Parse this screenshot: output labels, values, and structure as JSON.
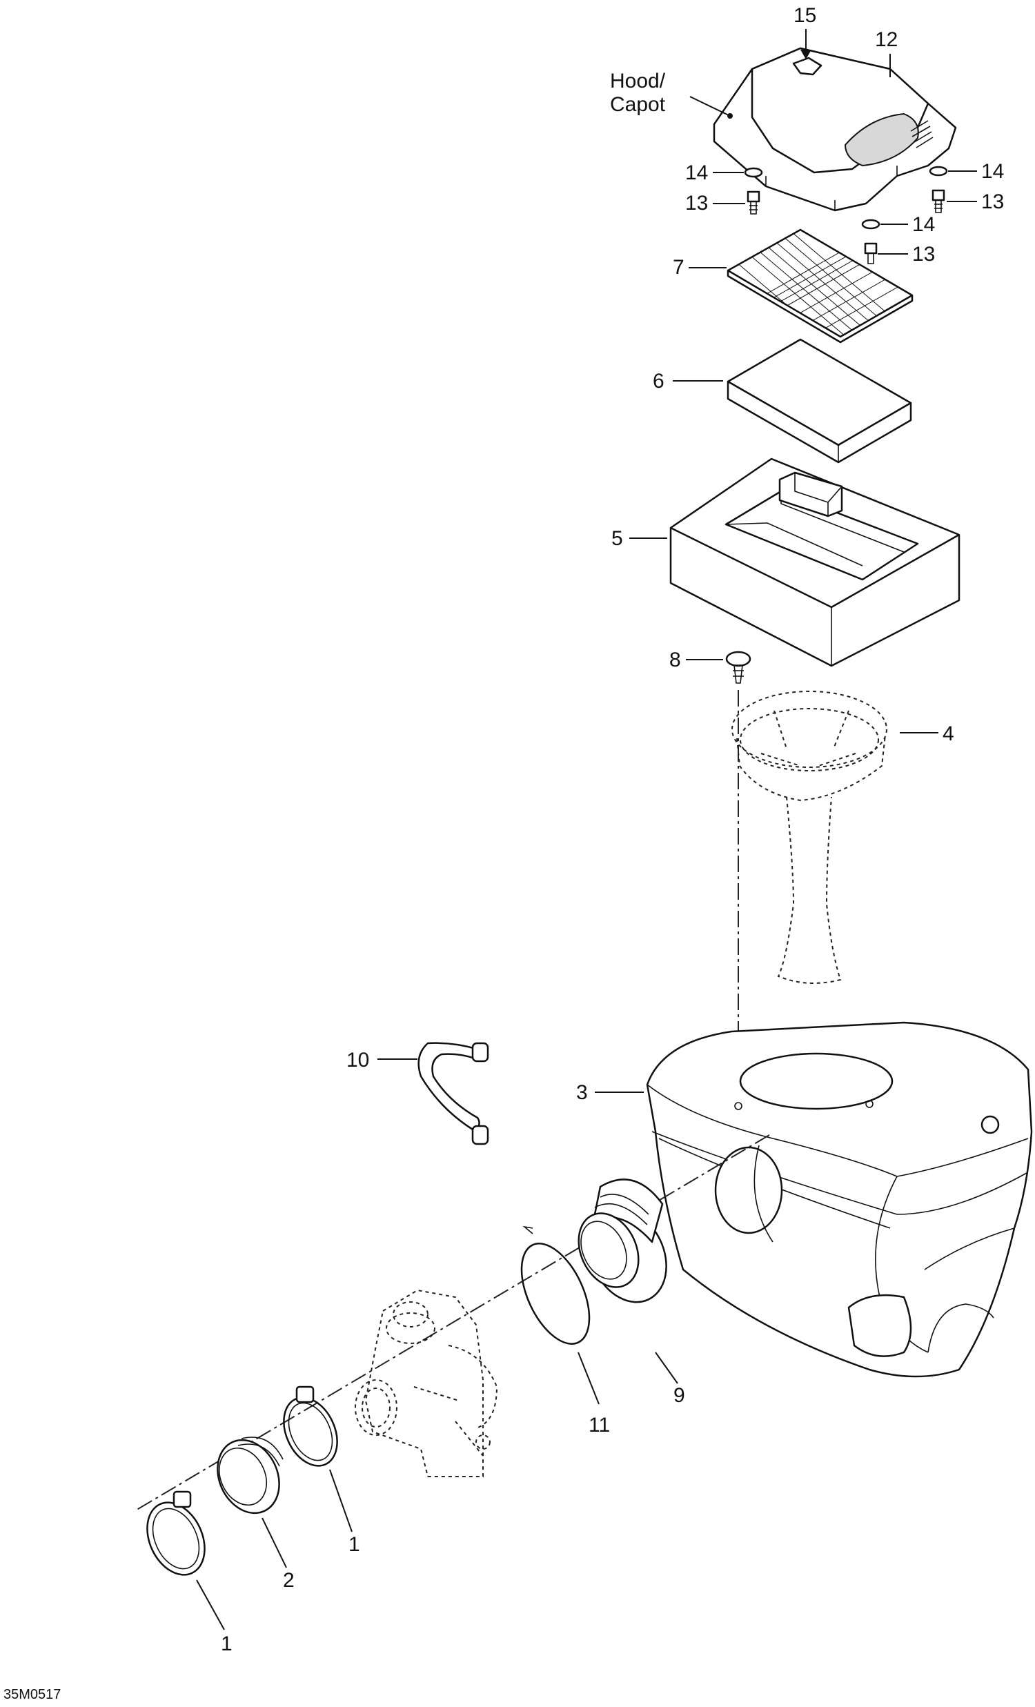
{
  "labels": {
    "hood_line1": "Hood/",
    "hood_line2": "Capot",
    "c15": "15",
    "c12": "12",
    "c14a": "14",
    "c14b": "14",
    "c14c": "14",
    "c13a": "13",
    "c13b": "13",
    "c13c": "13",
    "c7": "7",
    "c6": "6",
    "c5": "5",
    "c8": "8",
    "c4": "4",
    "c10": "10",
    "c3": "3",
    "c9": "9",
    "c11": "11",
    "c1a": "1",
    "c2": "2",
    "c1b": "1"
  },
  "figure_ref": "35M0517"
}
